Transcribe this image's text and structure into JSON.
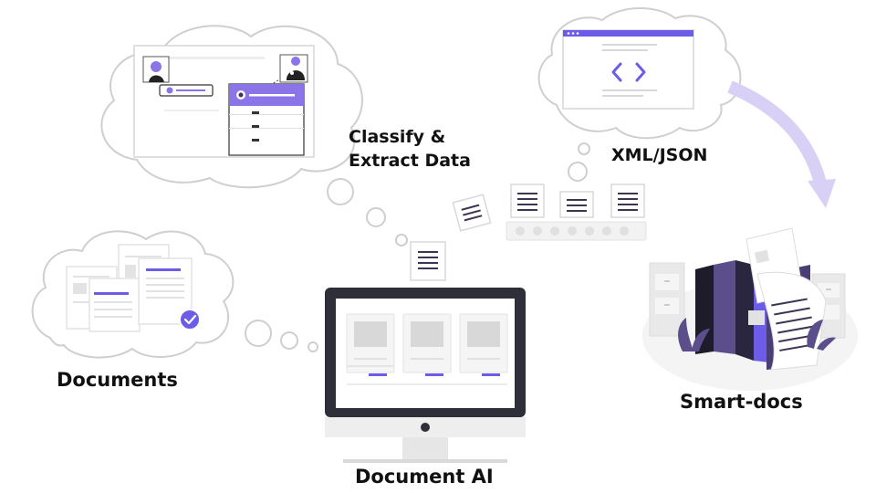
{
  "labels": {
    "documents": "Documents",
    "document_ai": "Document AI",
    "smart_docs": "Smart-docs",
    "xml_json": "XML/JSON",
    "classify_line1": "Classify &",
    "classify_line2": "Extract Data",
    "code_glyph": "< >"
  },
  "colors": {
    "accent": "#6c5ce7",
    "accent_dark": "#3d3552",
    "cloud_stroke": "#c9c9c9",
    "monitor_frame": "#2f2f3a",
    "arrow": "#d9d0f5",
    "text": "#111111"
  },
  "icons": [
    "check-icon",
    "code-icon",
    "user-avatar-icon",
    "robot-avatar-icon",
    "plant-icon",
    "document-icon"
  ]
}
